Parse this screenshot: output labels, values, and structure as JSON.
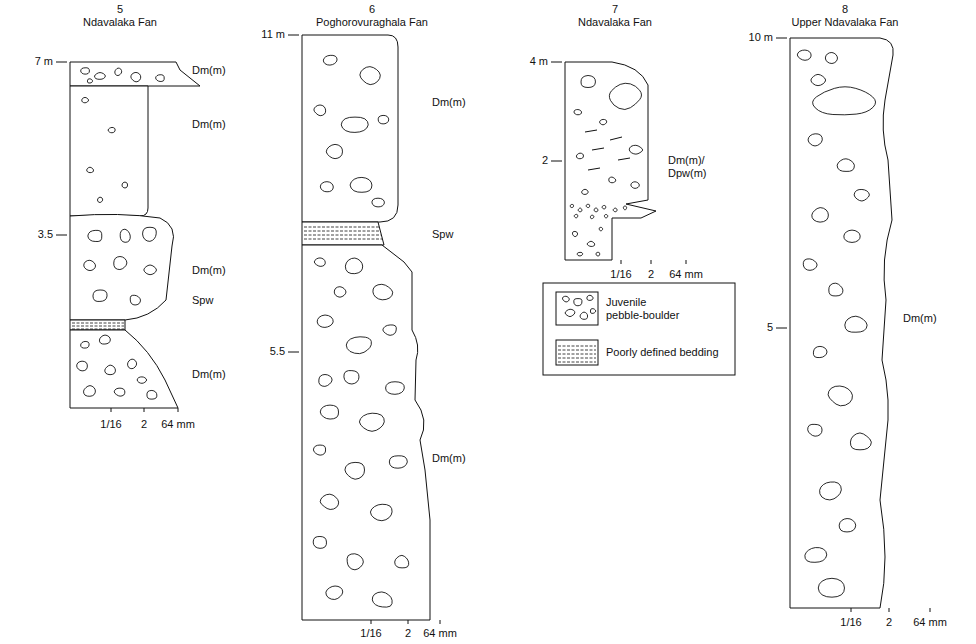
{
  "diagram": {
    "labels": [
      "5",
      "Ndavalaka Fan",
      "7 m",
      "3.5",
      "Dm(m)",
      "Dm(m)",
      "Dm(m)",
      "Spw",
      "Dm(m)",
      "1/16",
      "2",
      "64 mm",
      "6",
      "Poghorovuraghala Fan",
      "11 m",
      "5.5",
      "Dm(m)",
      "Spw",
      "Dm(m)",
      "1/16",
      "2",
      "64 mm",
      "7",
      "Ndavalaka Fan",
      "4 m",
      "2",
      "Dm(m)/ Dpw(m)",
      "1/16",
      "2",
      "64 mm",
      "8",
      "Upper Ndavalaka Fan",
      "10 m",
      "5",
      "Dm(m)",
      "1/16",
      "2",
      "64 mm"
    ],
    "legend": [
      {
        "text": "Juvenile pebble-boulder"
      },
      {
        "text": "Poorly defined bedding"
      }
    ]
  }
}
